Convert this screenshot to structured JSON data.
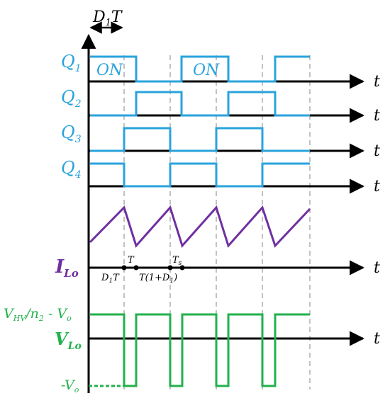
{
  "header": {
    "duty_label": "D1T"
  },
  "axis_symbol": "t",
  "signals": [
    {
      "name": "Q1",
      "state_labels": [
        "ON",
        "ON"
      ]
    },
    {
      "name": "Q2"
    },
    {
      "name": "Q3"
    },
    {
      "name": "Q4"
    }
  ],
  "current": {
    "name": "ILo",
    "markers": {
      "T": "T",
      "Ts": "Ts",
      "D1T": "D1T",
      "T1D1": "T(1+D1)"
    }
  },
  "voltage": {
    "name": "VLo",
    "high_label": "VHV/n2 - Vo",
    "low_label": "-Vo"
  },
  "colors": {
    "switch": "#29a3dc",
    "current": "#7030a0",
    "voltage": "#22b14c",
    "axis": "#000000",
    "guide": "#999999"
  }
}
